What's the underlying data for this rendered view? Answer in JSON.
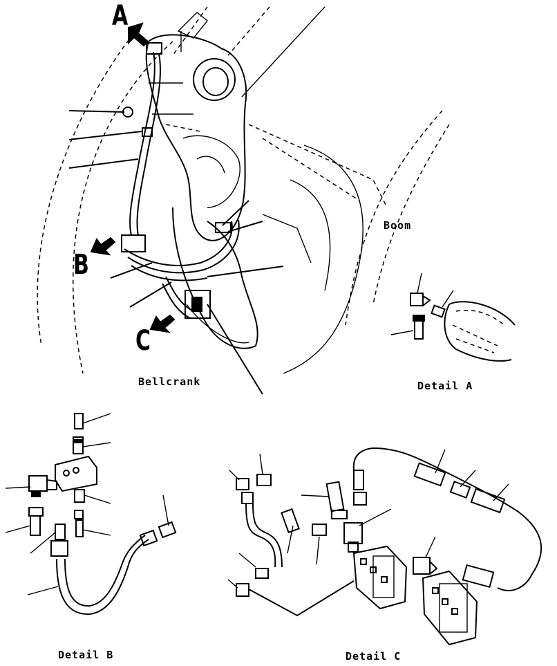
{
  "title_marks": {
    "a": "A",
    "b": "B",
    "c": "C"
  },
  "captions": {
    "boom": "Boom",
    "bellcrank": "Bellcrank",
    "detail_a": "Detail A",
    "detail_b": "Detail B",
    "detail_c": "Detail C"
  }
}
